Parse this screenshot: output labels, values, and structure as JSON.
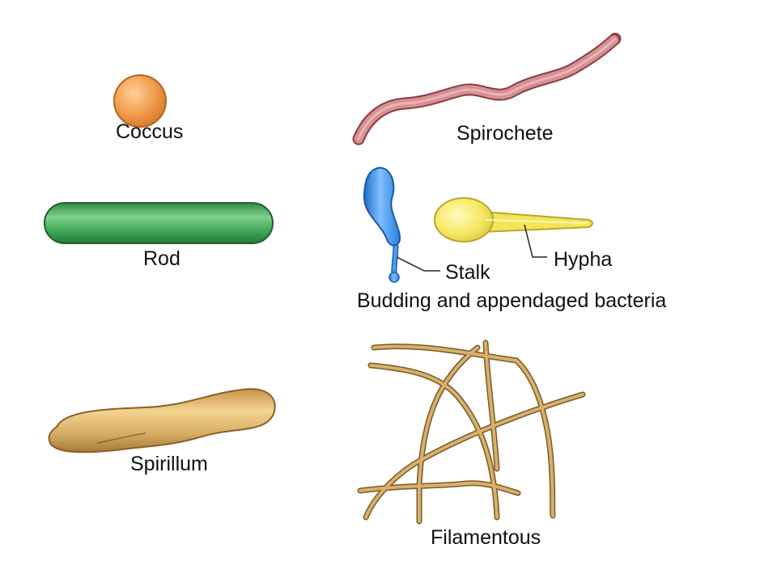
{
  "labels": {
    "coccus": "Coccus",
    "spirochete": "Spirochete",
    "rod": "Rod",
    "stalk": "Stalk",
    "hypha": "Hypha",
    "budding": "Budding and appendaged bacteria",
    "spirillum": "Spirillum",
    "filamentous": "Filamentous"
  },
  "colors": {
    "coccus": "#ee9a4a",
    "rod": "#3fa55a",
    "spirochete": "#c97d7f",
    "stalked": "#3b8fe0",
    "hypha": "#f4e45a",
    "spirillum": "#ddb56c",
    "filament": "#c9a05c"
  }
}
